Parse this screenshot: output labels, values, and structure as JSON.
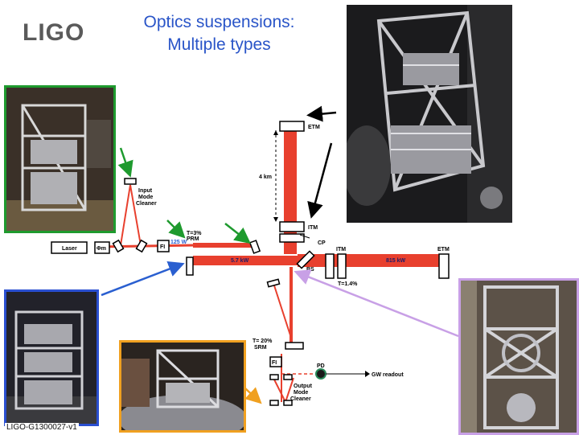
{
  "header": {
    "logo_text": "LIGO",
    "title_line1": "Optics suspensions:",
    "title_line2": "Multiple types"
  },
  "footer": {
    "doc_id": "LIGO-G1300027-v1"
  },
  "diagram": {
    "labels": {
      "etm_top": "ETM",
      "arm_length": "4 km",
      "input_mode_cleaner": [
        "Input",
        "Mode",
        "Cleaner"
      ],
      "itm_top": "ITM",
      "cp": "CP",
      "prm": [
        "T=3%",
        "PRM"
      ],
      "laser": "Laser",
      "phi_m": "Φm",
      "fi_input": "FI",
      "power_125": "125 W",
      "power_5_7": "5.7 kW",
      "bs": "BS",
      "itm_right": "ITM",
      "etm_right": "ETM",
      "power_815": "815 kW",
      "itm_t": "T=1.4%",
      "srm": [
        "T= 20%",
        "SRM"
      ],
      "fi_output": "FI",
      "pd": "PD",
      "gw_readout": "GW readout",
      "output_mode_cleaner": [
        "Output",
        "Mode",
        "Cleaner"
      ]
    },
    "colors": {
      "beam": "#e8402e",
      "arrow_green": "#1e9a2e",
      "arrow_blue": "#2a5fd0",
      "arrow_orange": "#f0a020",
      "arrow_violet": "#c8a0e6",
      "arrow_black": "#000000"
    }
  }
}
